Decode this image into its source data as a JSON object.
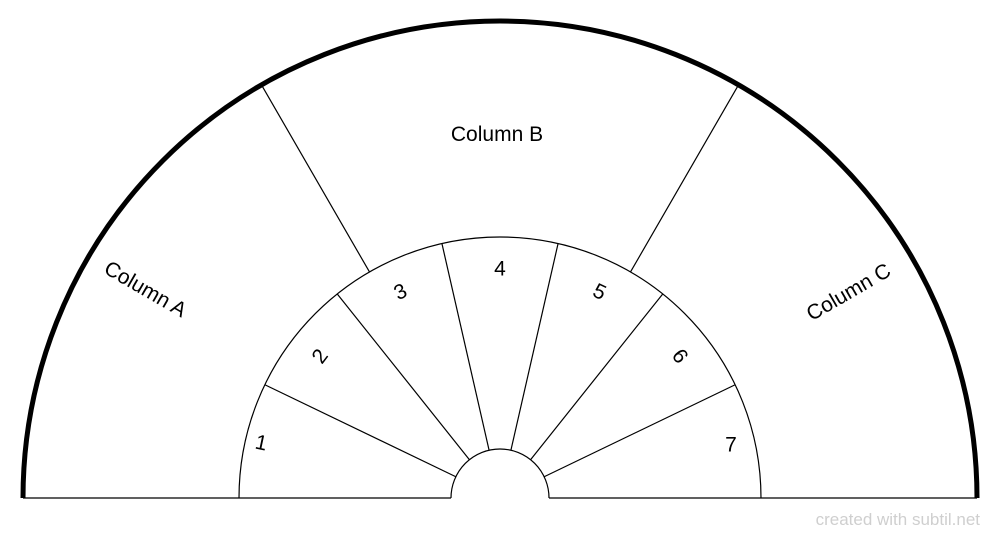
{
  "diagram": {
    "columns": [
      {
        "label": "Column A"
      },
      {
        "label": "Column B"
      },
      {
        "label": "Column C"
      }
    ],
    "inner_sections": [
      "1",
      "2",
      "3",
      "4",
      "5",
      "6",
      "7"
    ]
  },
  "colors": {
    "stroke": "#000000",
    "background": "#ffffff",
    "credit": "#cfcfcf"
  },
  "footer": {
    "credit": "created with subtil.net"
  }
}
